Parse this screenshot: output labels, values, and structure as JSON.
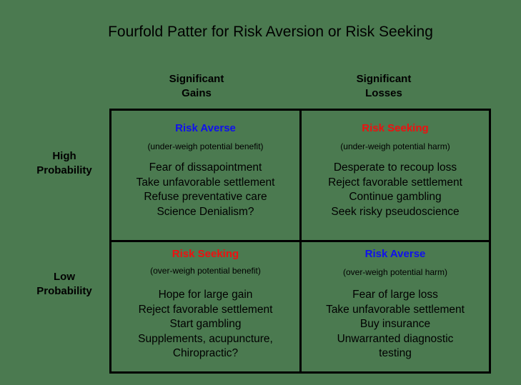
{
  "title": "Fourfold Patter for Risk Aversion or Risk Seeking",
  "columns": [
    {
      "line1": "Significant",
      "line2": "Gains"
    },
    {
      "line1": "Significant",
      "line2": "Losses"
    }
  ],
  "rows": [
    {
      "line1": "High",
      "line2": "Probability"
    },
    {
      "line1": "Low",
      "line2": "Probability"
    }
  ],
  "colors": {
    "risk_averse": "#1010ee",
    "risk_seeking": "#ee1010",
    "background": "#4b7a50",
    "border": "#000000"
  },
  "cells": {
    "high_gains": {
      "label": "Risk Averse",
      "type": "risk_averse",
      "sub": "(under-weigh potential benefit)",
      "items": [
        "Fear of dissapointment",
        "Take unfavorable settlement",
        "Refuse preventative care",
        "Science Denialism?"
      ]
    },
    "high_losses": {
      "label": "Risk Seeking",
      "type": "risk_seeking",
      "sub": "(under-weigh potential harm)",
      "items": [
        "Desperate to recoup loss",
        "Reject favorable settlement",
        "Continue gambling",
        "Seek risky pseudoscience"
      ]
    },
    "low_gains": {
      "label": "Risk Seeking",
      "type": "risk_seeking",
      "sub": "(over-weigh potential benefit)",
      "items": [
        "Hope for large gain",
        "Reject favorable settlement",
        "Start gambling",
        "Supplements, acupuncture,",
        "Chiropractic?"
      ]
    },
    "low_losses": {
      "label": "Risk Averse",
      "type": "risk_averse",
      "sub": "(over-weigh potential harm)",
      "items": [
        "Fear of large loss",
        "Take unfavorable settlement",
        "Buy insurance",
        "Unwarranted diagnostic",
        "testing"
      ]
    }
  }
}
